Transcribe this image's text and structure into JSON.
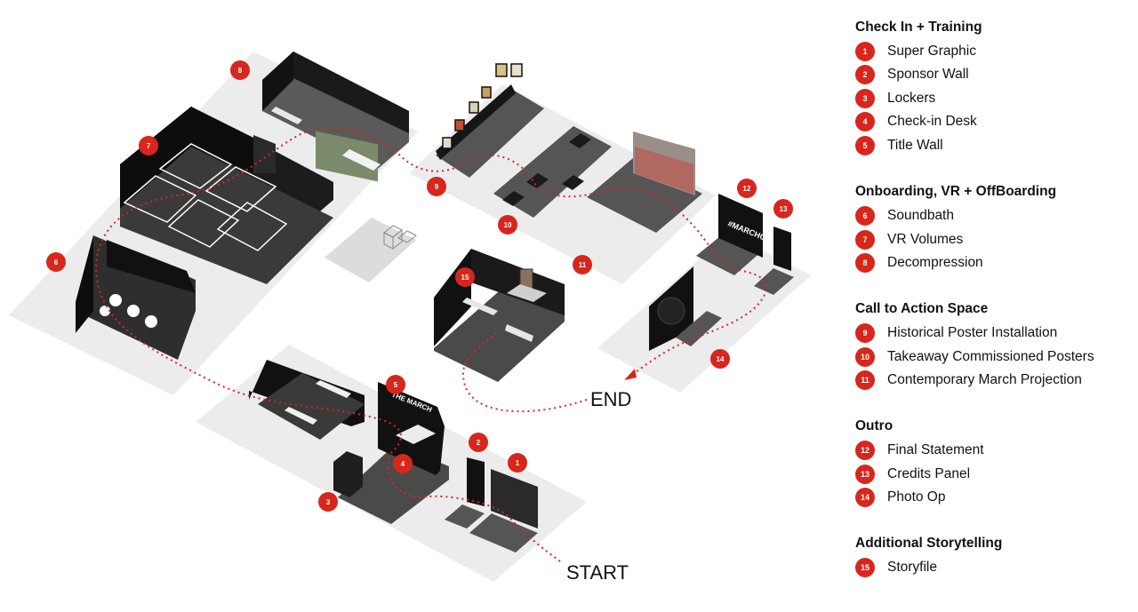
{
  "map": {
    "start_label": "START",
    "end_label": "END",
    "screen_texts": {
      "title_wall": "THE MARCH",
      "final_statement": "#MARCHON"
    },
    "markers": [
      "1",
      "2",
      "3",
      "4",
      "5",
      "6",
      "7",
      "8",
      "9",
      "10",
      "11",
      "12",
      "13",
      "14",
      "15"
    ]
  },
  "legend": {
    "sections": [
      {
        "title": "Check In + Training",
        "items": [
          {
            "num": "1",
            "label": "Super Graphic"
          },
          {
            "num": "2",
            "label": "Sponsor Wall"
          },
          {
            "num": "3",
            "label": "Lockers"
          },
          {
            "num": "4",
            "label": "Check-in Desk"
          },
          {
            "num": "5",
            "label": "Title Wall"
          }
        ]
      },
      {
        "title": "Onboarding, VR + OffBoarding",
        "items": [
          {
            "num": "6",
            "label": "Soundbath"
          },
          {
            "num": "7",
            "label": "VR Volumes"
          },
          {
            "num": "8",
            "label": "Decompression"
          }
        ]
      },
      {
        "title": "Call to Action Space",
        "items": [
          {
            "num": "9",
            "label": "Historical Poster Installation"
          },
          {
            "num": "10",
            "label": "Takeaway Commissioned Posters"
          },
          {
            "num": "11",
            "label": "Contemporary March Projection"
          }
        ]
      },
      {
        "title": "Outro",
        "items": [
          {
            "num": "12",
            "label": "Final Statement"
          },
          {
            "num": "13",
            "label": "Credits Panel"
          },
          {
            "num": "14",
            "label": "Photo Op"
          }
        ]
      },
      {
        "title": "Additional Storytelling",
        "items": [
          {
            "num": "15",
            "label": "Storyfile"
          }
        ]
      }
    ]
  },
  "colors": {
    "marker_red": "#d8261c",
    "floor": "#ececec",
    "zone_floor": "#4a4a4a",
    "wall": "#111111"
  }
}
